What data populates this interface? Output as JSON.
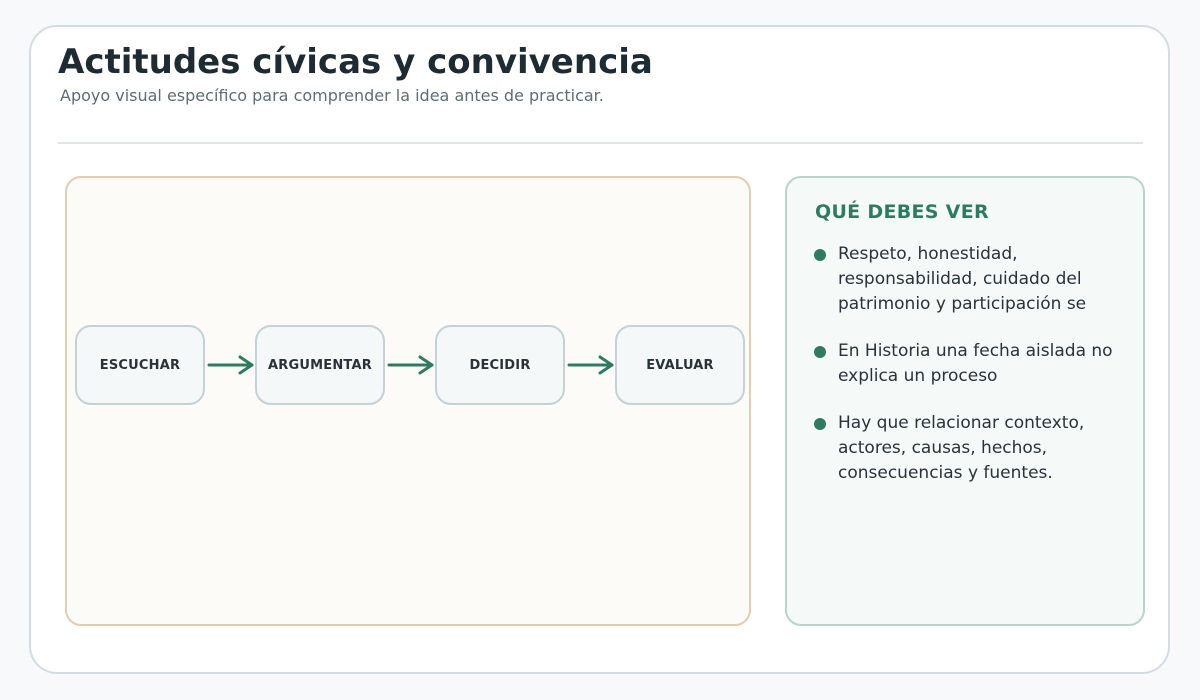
{
  "header": {
    "title": "Actitudes cívicas y convivencia",
    "subtitle": "Apoyo visual específico para comprender la idea antes de practicar."
  },
  "flow": {
    "steps": [
      "ESCUCHAR",
      "ARGUMENTAR",
      "DECIDIR",
      "EVALUAR"
    ]
  },
  "info": {
    "heading": "QUÉ DEBES VER",
    "bullets": [
      "Respeto, honestidad, responsabilidad, cuidado del patrimonio y participación se",
      "En Historia una fecha aislada no explica un proceso",
      "Hay que relacionar contexto, actores, causas, hechos, consecuencias y fuentes."
    ]
  },
  "colors": {
    "accent": "#2f7b62",
    "title": "#1e2b33",
    "diagram_border": "#e2cdb1",
    "info_border": "#b9d5cb"
  },
  "icons": {
    "arrow": "arrow-right-icon",
    "bullet": "bullet-dot-icon"
  }
}
